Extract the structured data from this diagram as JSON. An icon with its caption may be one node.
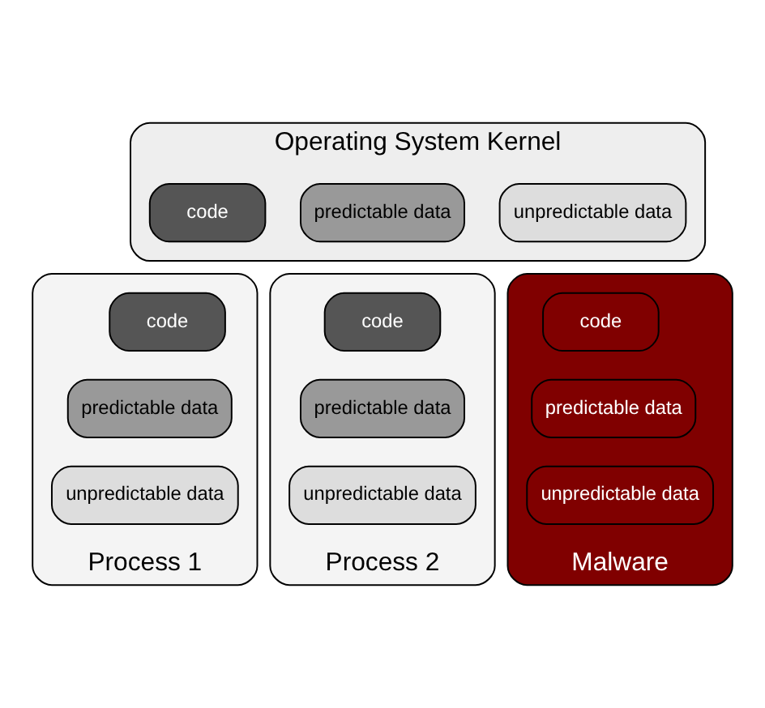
{
  "diagram": {
    "nodes": [
      {
        "text": [
          "Operating System Kernel"
        ]
      },
      {
        "text": [
          "code"
        ],
        "in": 0
      },
      {
        "text": [
          "predictable data"
        ],
        "in": 0
      },
      {
        "text": [
          "unpredictable data"
        ],
        "in": 0
      },
      {
        "text": [
          "Process 1"
        ]
      },
      {
        "text": [
          "code"
        ],
        "in": 4
      },
      {
        "text": [
          "predictable data"
        ],
        "in": 4
      },
      {
        "text": [
          "unpredictable data"
        ],
        "in": 4
      },
      {
        "text": [
          "Process 2"
        ]
      },
      {
        "text": [
          "code"
        ],
        "in": 8
      },
      {
        "text": [
          "predictable data"
        ],
        "in": 8
      },
      {
        "text": [
          "unpredictable data"
        ],
        "in": 8
      },
      {
        "text": [
          "Malware"
        ]
      },
      {
        "text": [
          "code"
        ],
        "in": 12
      },
      {
        "text": [
          "predictable data"
        ],
        "in": 12
      },
      {
        "text": [
          "unpredictable data"
        ],
        "in": 12
      }
    ],
    "edges": []
  }
}
